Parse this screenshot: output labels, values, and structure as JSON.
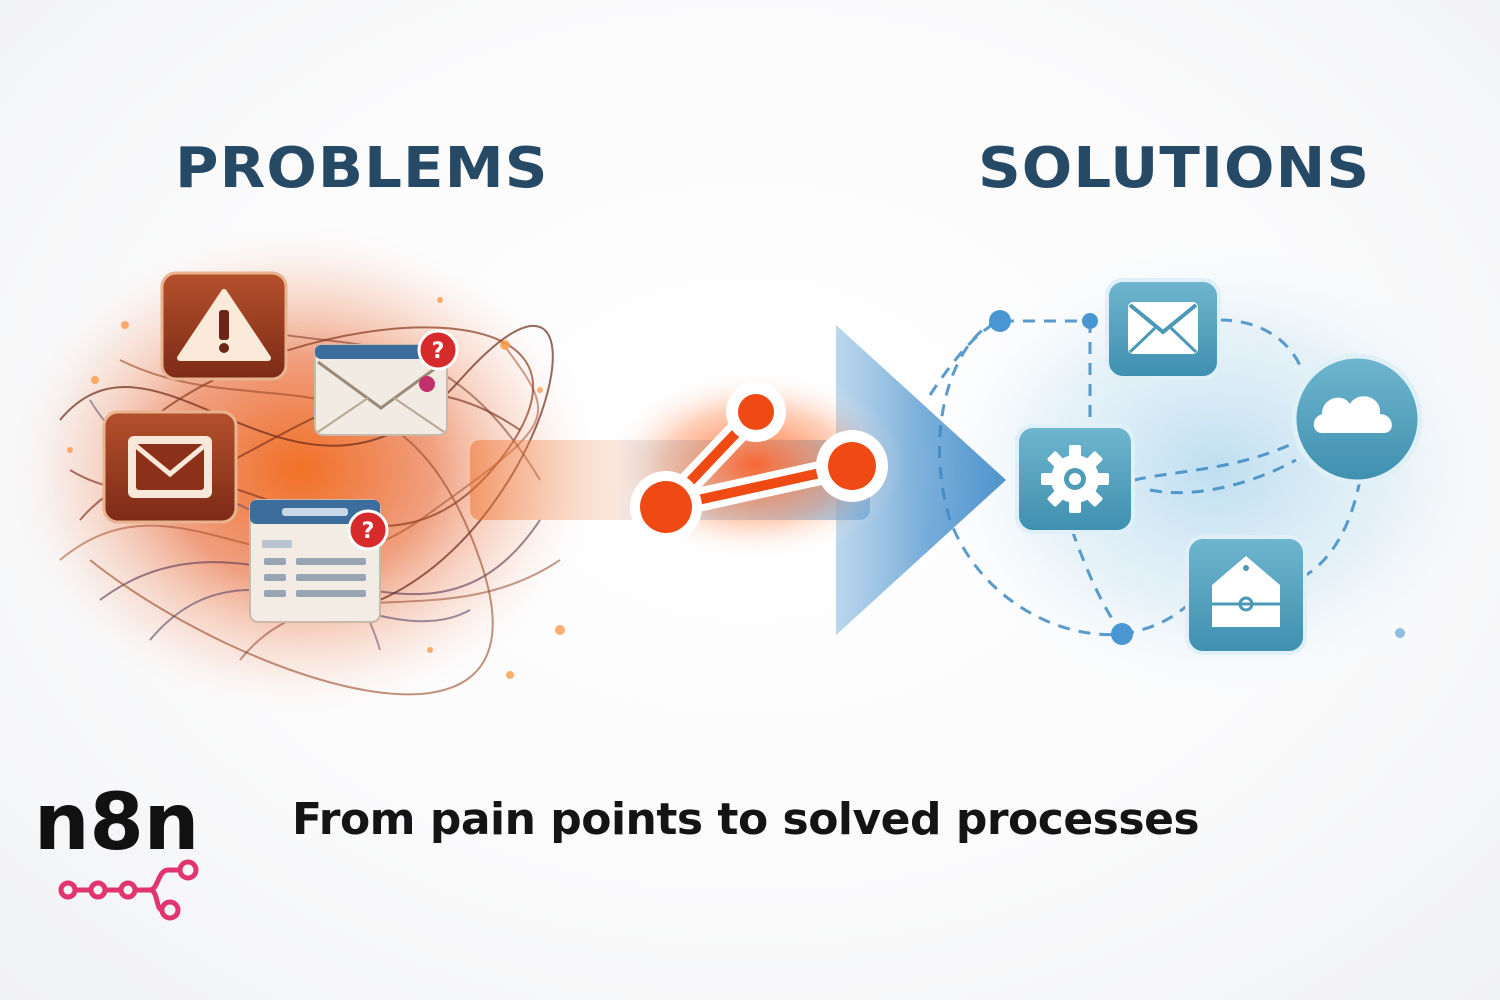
{
  "headings": {
    "problems": "PROBLEMS",
    "solutions": "SOLUTIONS"
  },
  "problem_icons": [
    "warning-icon",
    "mail-error-icon",
    "mail-icon",
    "form-error-icon"
  ],
  "solution_icons": [
    "mail-icon",
    "cloud-icon",
    "gear-icon",
    "package-icon"
  ],
  "center_icon": "workflow-node-icon",
  "brand": {
    "name": "n8n",
    "mark_icon": "n8n-workflow-logo-icon"
  },
  "tagline": "From pain points to solved processes",
  "colors": {
    "heading": "#264a66",
    "problem_accent": "#e8561c",
    "solution_accent": "#4a9cc7",
    "arrow": "#3a86c8",
    "brand_mark": "#e0356f",
    "text": "#141414"
  }
}
